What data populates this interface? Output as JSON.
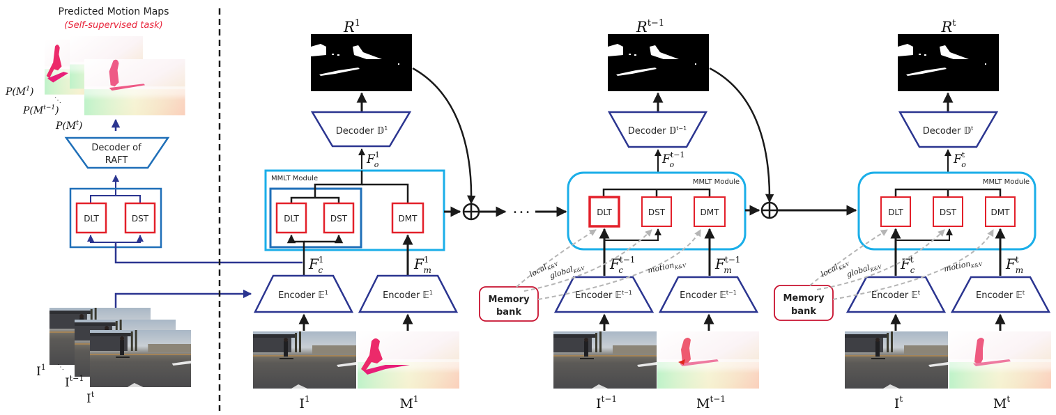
{
  "colors": {
    "navy": "#2b3590",
    "raft_blue": "#1f6fb8",
    "mmlt_cyan": "#1aaee8",
    "red": "#e3202a",
    "memory_red": "#c8102e",
    "dashed_gray": "#b5b5b5",
    "black": "#1a1a1a",
    "self_sup_red": "#e8253b"
  },
  "left_panel": {
    "title": "Predicted Motion Maps",
    "subtitle": "(Self-supervised task)",
    "motion_labels": [
      "P(M",
      "P(M",
      "P(M"
    ],
    "motion_sups": [
      "1",
      "t−1",
      "t"
    ],
    "decoder_line1": "Decoder of",
    "decoder_line2": "RAFT",
    "dlt": "DLT",
    "dst": "DST",
    "frame_labels": [
      "I",
      "I",
      "I"
    ],
    "frame_sups": [
      "1",
      "t−1",
      "t"
    ],
    "ellipsis": "⋱"
  },
  "stage1": {
    "result_label": "R",
    "result_sup": "1",
    "decoder_label": "Decoder 𝔻",
    "decoder_sup": "1",
    "fo_label": "F",
    "fo_sub": "o",
    "fo_sup": "1",
    "module_label": "MMLT Module",
    "dlt": "DLT",
    "dst": "DST",
    "dmt": "DMT",
    "fc_label": "F",
    "fc_sub": "c",
    "fc_sup": "1",
    "fm_label": "F",
    "fm_sub": "m",
    "fm_sup": "1",
    "enc_c_label": "Encoder 𝔼",
    "enc_c_sup": "1",
    "enc_m_label": "Encoder 𝔼",
    "enc_m_sup": "1",
    "img_label": "I",
    "img_sup": "1",
    "motion_label": "M",
    "motion_sup": "1"
  },
  "ellipsis_dots": "• • •",
  "stage_t1": {
    "result_label": "R",
    "result_sup": "t−1",
    "decoder_label": "Decoder 𝔻",
    "decoder_sup": "t−1",
    "fo_label": "F",
    "fo_sub": "o",
    "fo_sup": "t−1",
    "module_label": "MMLT Module",
    "dlt": "DLT",
    "dst": "DST",
    "dmt": "DMT",
    "fc_label": "F",
    "fc_sub": "c",
    "fc_sup": "t−1",
    "fm_label": "F",
    "fm_sub": "m",
    "fm_sup": "t−1",
    "enc_c_label": "Encoder 𝔼",
    "enc_c_sup": "t−1",
    "enc_m_label": "Encoder 𝔼",
    "enc_m_sup": "t−1",
    "memory_line1": "Memory",
    "memory_line2": "bank",
    "local_kv": "local",
    "global_kv": "global",
    "motion_kv": "motion",
    "kv_sub": "K&V",
    "img_label": "I",
    "img_sup": "t−1",
    "motion_label": "M",
    "motion_sup": "t−1"
  },
  "stage_t": {
    "result_label": "R",
    "result_sup": "t",
    "decoder_label": "Decoder 𝔻",
    "decoder_sup": "t",
    "fo_label": "F",
    "fo_sub": "o",
    "fo_sup": "t",
    "module_label": "MMLT Module",
    "dlt": "DLT",
    "dst": "DST",
    "dmt": "DMT",
    "fc_label": "F",
    "fc_sub": "c",
    "fc_sup": "t",
    "fm_label": "F",
    "fm_sub": "m",
    "fm_sup": "t",
    "enc_c_label": "Encoder 𝔼",
    "enc_c_sup": "t",
    "enc_m_label": "Encoder 𝔼",
    "enc_m_sup": "t",
    "memory_line1": "Memory",
    "memory_line2": "bank",
    "local_kv": "local",
    "global_kv": "global",
    "motion_kv": "motion",
    "kv_sub": "K&V",
    "img_label": "I",
    "img_sup": "t",
    "motion_label": "M",
    "motion_sup": "t"
  }
}
